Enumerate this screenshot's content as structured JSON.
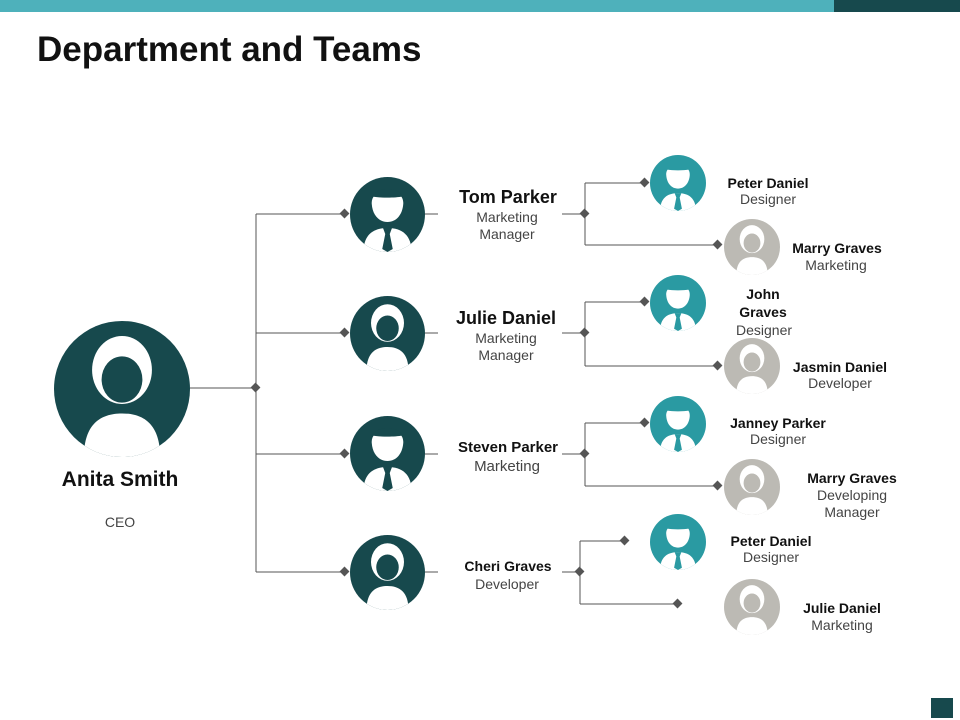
{
  "title": "Department and Teams",
  "colors": {
    "accent": "#4eb1bb",
    "dark": "#17494d",
    "teal": "#2a9aa2",
    "gray": "#bcbab4"
  },
  "ceo": {
    "name": "Anita Smith",
    "role": "CEO",
    "icon": "female-user-icon"
  },
  "managers": [
    {
      "name": "Tom Parker",
      "role": "Marketing Manager",
      "icon": "male-user-icon"
    },
    {
      "name": "Julie Daniel",
      "role": "Marketing Manager",
      "icon": "female-user-icon"
    },
    {
      "name": "Steven Parker",
      "role": "Marketing",
      "icon": "male-user-icon"
    },
    {
      "name": "Cheri Graves",
      "role": "Developer",
      "icon": "female-user-icon"
    }
  ],
  "members": [
    {
      "name": "Peter Daniel",
      "role": "Designer",
      "icon": "male-user-icon"
    },
    {
      "name": "Marry Graves",
      "role": "Marketing",
      "icon": "female-user-icon"
    },
    {
      "name": "John Graves",
      "role": "Designer",
      "icon": "male-user-icon"
    },
    {
      "name": "Jasmin Daniel",
      "role": "Developer",
      "icon": "female-user-icon"
    },
    {
      "name": "Janney Parker",
      "role": "Designer",
      "icon": "male-user-icon"
    },
    {
      "name": "Marry Graves",
      "role": "Developing Manager",
      "icon": "female-user-icon"
    },
    {
      "name": "Peter Daniel",
      "role": "Designer",
      "icon": "male-user-icon"
    },
    {
      "name": "Julie Daniel",
      "role": "Marketing",
      "icon": "female-user-icon"
    }
  ]
}
